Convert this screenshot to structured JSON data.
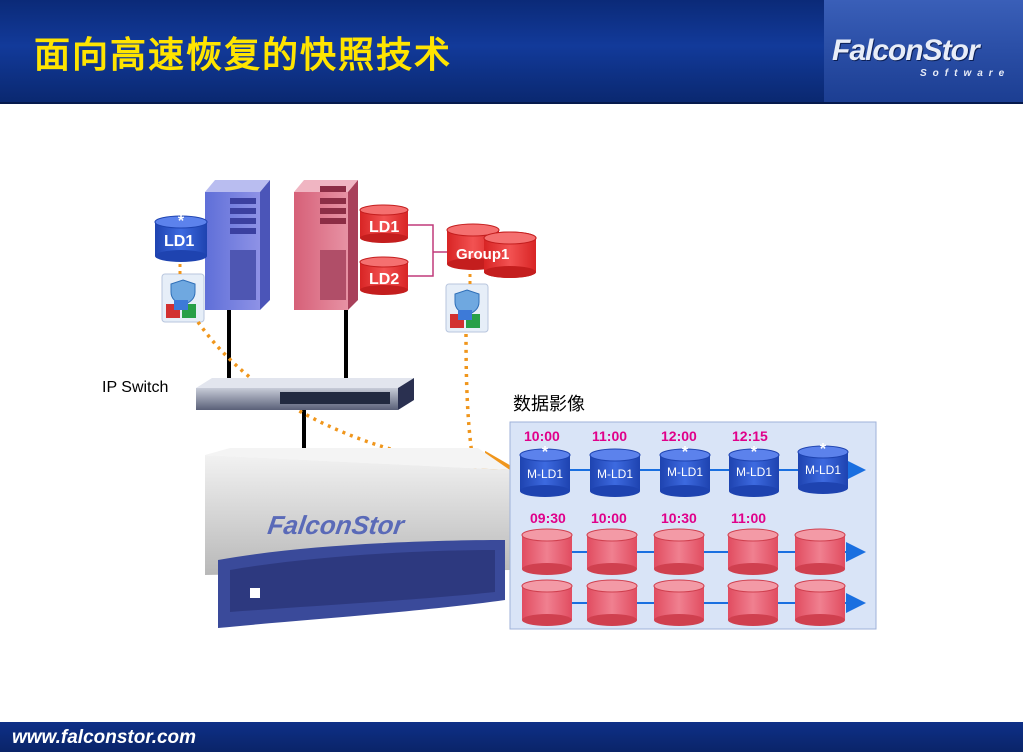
{
  "header": {
    "title": "面向高速恢复的快照技术",
    "logo_main": "FalconStor",
    "logo_sub": "Software"
  },
  "footer": {
    "url": "www.falconstor.com"
  },
  "diagram": {
    "switch_label": "IP Switch",
    "left_disk": {
      "label": "LD1",
      "marker": "*"
    },
    "right_disks": [
      {
        "label": "LD1"
      },
      {
        "label": "LD2"
      }
    ],
    "group_label": "Group1",
    "appliance_brand": "FalconStor",
    "panel": {
      "title": "数据影像",
      "row1_times": [
        "10:00",
        "11:00",
        "12:00",
        "12:15"
      ],
      "row1_items": [
        {
          "label": "M-LD1",
          "marker": "*"
        },
        {
          "label": "M-LD1",
          "marker": ""
        },
        {
          "label": "M-LD1",
          "marker": "*"
        },
        {
          "label": "M-LD1",
          "marker": "*"
        },
        {
          "label": "M-LD1",
          "marker": "*"
        }
      ],
      "row2_times": [
        "09:30",
        "10:00",
        "10:30",
        "11:00"
      ]
    },
    "colors": {
      "blue_disk": "#2a55c8",
      "red_disk": "#e23a3a",
      "pink_disk": "#e8536a",
      "arrow": "#f0961c",
      "panel_bg": "#d9e4f7",
      "time_text": "#e0008a"
    }
  }
}
